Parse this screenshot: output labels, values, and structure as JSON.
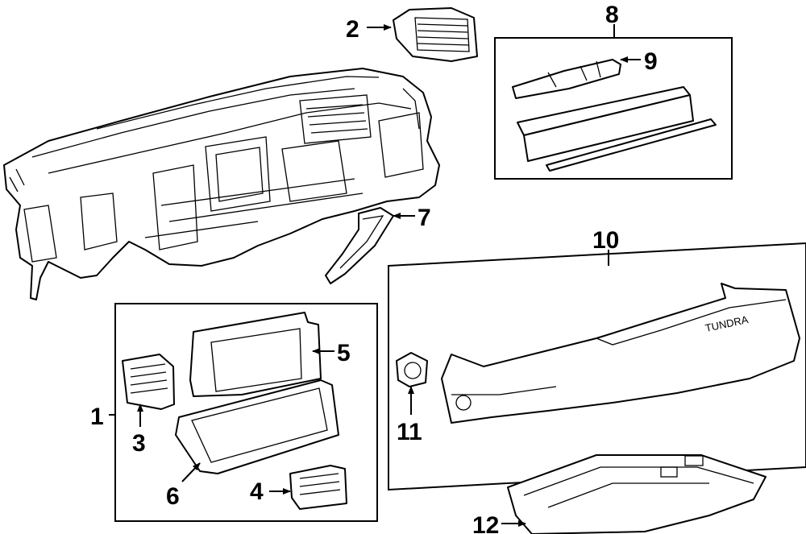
{
  "diagram": {
    "callouts": [
      {
        "id": "1",
        "label": "1"
      },
      {
        "id": "2",
        "label": "2"
      },
      {
        "id": "3",
        "label": "3"
      },
      {
        "id": "4",
        "label": "4"
      },
      {
        "id": "5",
        "label": "5"
      },
      {
        "id": "6",
        "label": "6"
      },
      {
        "id": "7",
        "label": "7"
      },
      {
        "id": "8",
        "label": "8"
      },
      {
        "id": "9",
        "label": "9"
      },
      {
        "id": "10",
        "label": "10"
      },
      {
        "id": "11",
        "label": "11"
      },
      {
        "id": "12",
        "label": "12"
      }
    ],
    "embossed_text": "TUNDRA",
    "colors": {
      "line": "#000000",
      "background": "#ffffff"
    }
  }
}
